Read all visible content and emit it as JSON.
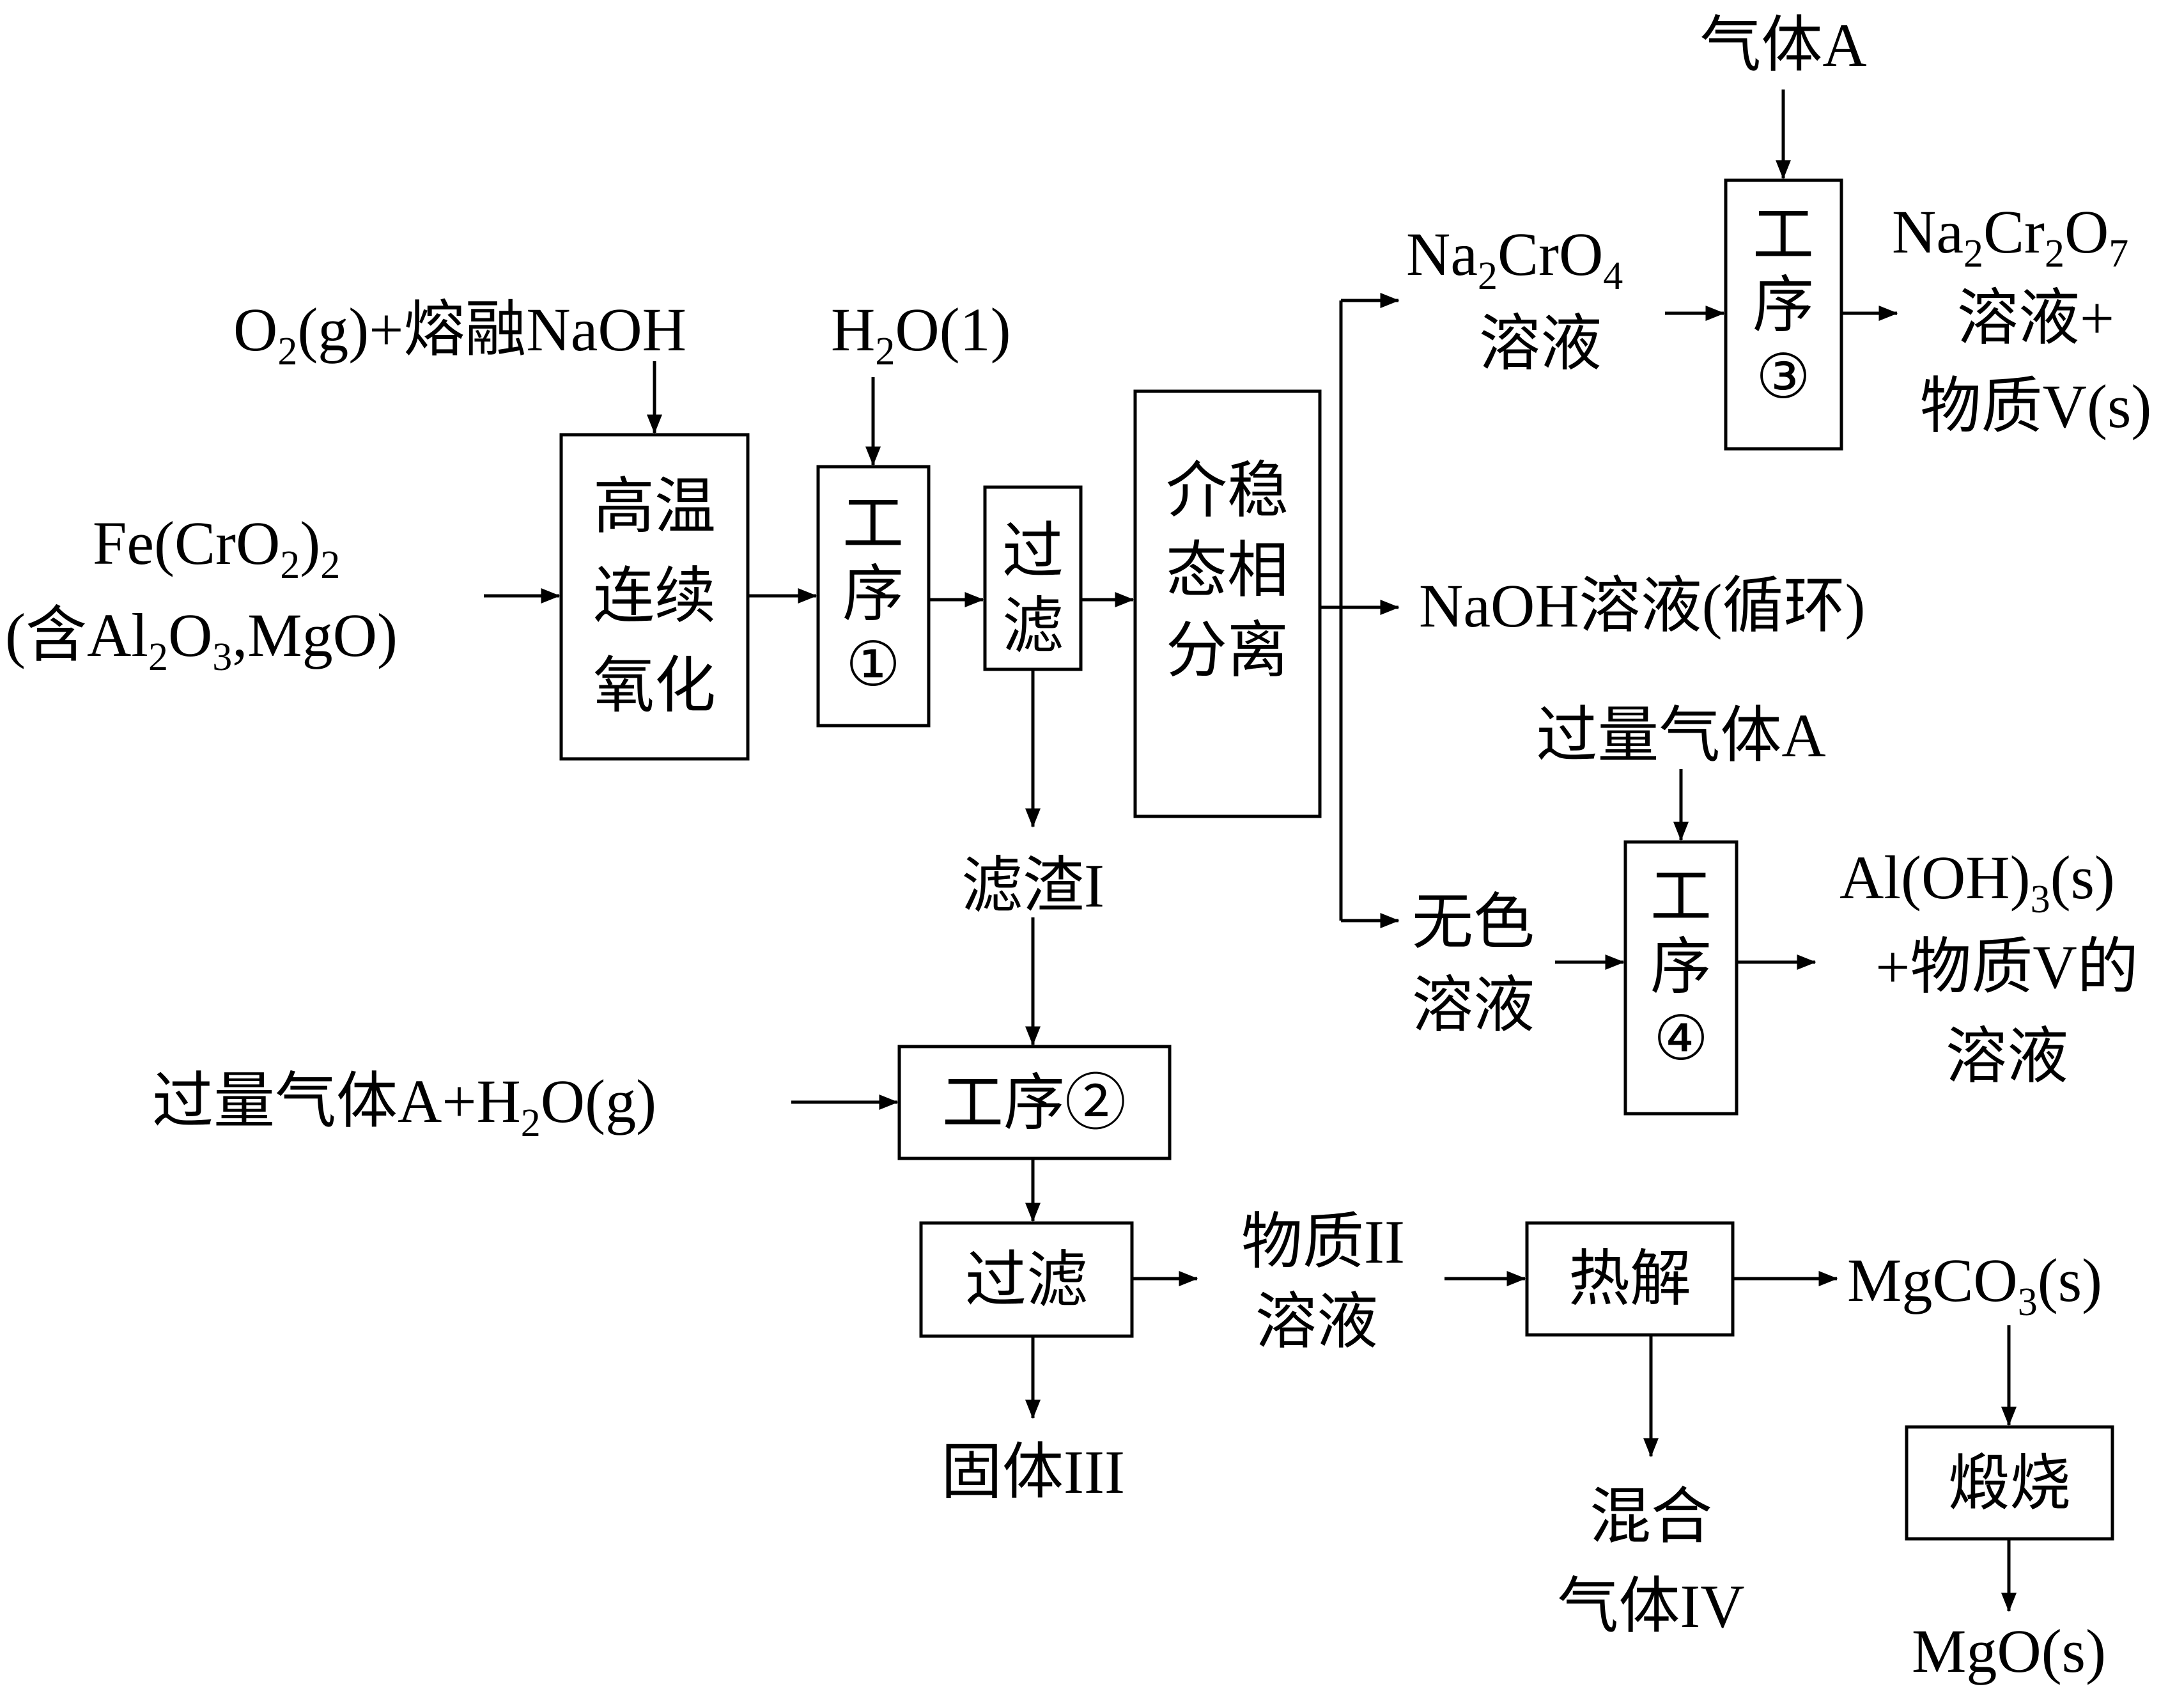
{
  "inputs": {
    "raw_material": {
      "formula": "Fe(CrO",
      "sub1": "2",
      "close": ")",
      "sub2": "2"
    },
    "impurities": {
      "prefix": "(含Al",
      "s1": "2",
      "mid": "O",
      "s2": "3",
      "rest": ",MgO)"
    },
    "oxidant": {
      "o": "O",
      "s": "2",
      "rest": "(g)+熔融NaOH"
    },
    "water": {
      "h": "H",
      "s": "2",
      "rest": "O(1)"
    },
    "gas_a_top": "气体A",
    "gas_a_excess": "过量气体A",
    "gas_a_steam": {
      "text": "过量气体A+H",
      "s": "2",
      "rest": "O(g)"
    }
  },
  "steps": {
    "oxidation": [
      "高温",
      "连续",
      "氧化"
    ],
    "process1": [
      "工",
      "序",
      "①"
    ],
    "filter1": [
      "过",
      "滤"
    ],
    "separation": [
      "介稳",
      "态相",
      "分离"
    ],
    "process3": [
      "工",
      "序",
      "③"
    ],
    "process4": [
      "工",
      "序",
      "④"
    ],
    "process2": "工序②",
    "filter2": "过滤",
    "pyrolysis": "热解",
    "calcination": "煅烧"
  },
  "products": {
    "na2cro4": {
      "n": "Na",
      "s1": "2",
      "c": "CrO",
      "s2": "4",
      "line2": "溶液"
    },
    "na2cr2o7": {
      "n": "Na",
      "s1": "2",
      "c": "Cr",
      "s2": "2",
      "o": "O",
      "s3": "7",
      "line2": "溶液+",
      "line3": "物质V(s)"
    },
    "naoh": "NaOH溶液(循环)",
    "colorless": [
      "无色",
      "溶液"
    ],
    "aloh3": {
      "t": "Al(OH)",
      "s": "3",
      "r": "(s)",
      "line2": "+物质V的",
      "line3": "溶液"
    },
    "residue1": "滤渣I",
    "solid3": "固体III",
    "substance2": [
      "物质II",
      "溶液"
    ],
    "mixed_gas": [
      "混合",
      "气体IV"
    ],
    "mgco3": {
      "t": "MgCO",
      "s": "3",
      "r": "(s)"
    },
    "mgo": "MgO(s)"
  }
}
